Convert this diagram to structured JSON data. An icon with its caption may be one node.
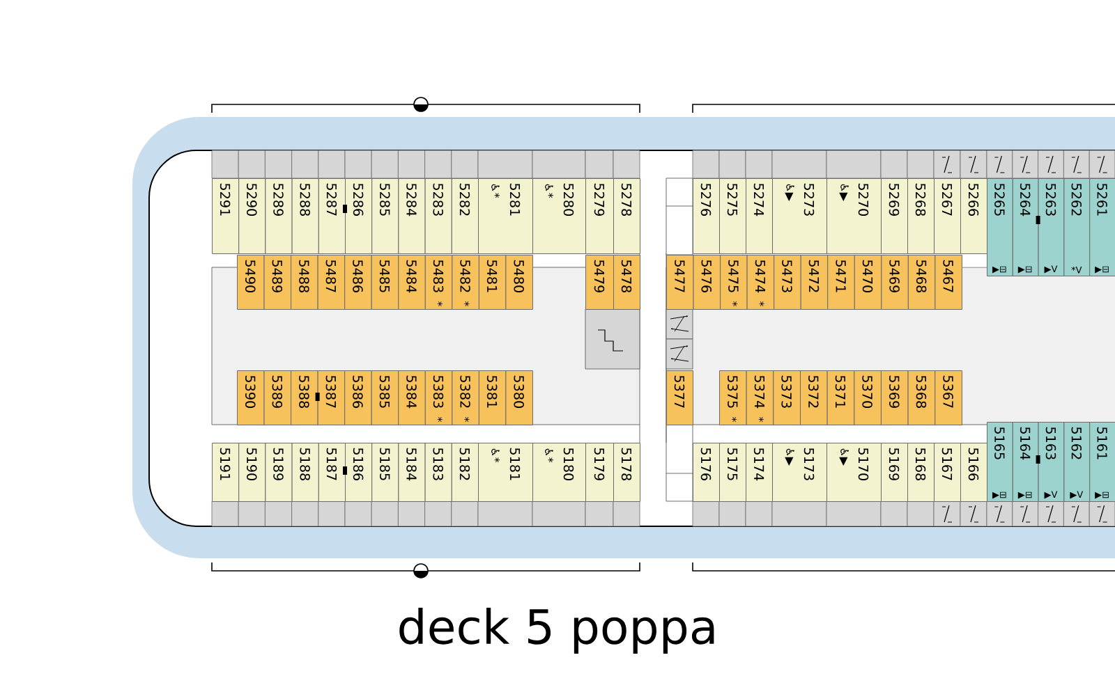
{
  "diagram": {
    "title": "deck 5 poppa",
    "nodes": [
      {
        "text": [
          "5291"
        ]
      },
      {
        "text": [
          "5290"
        ]
      },
      {
        "text": [
          "5289"
        ]
      },
      {
        "text": [
          "5288"
        ]
      },
      {
        "text": [
          "5287"
        ]
      },
      {
        "text": [
          "5286"
        ]
      },
      {
        "text": [
          "5285"
        ]
      },
      {
        "text": [
          "5284"
        ]
      },
      {
        "text": [
          "5283"
        ]
      },
      {
        "text": [
          "5282"
        ]
      },
      {
        "text": [
          "5281",
          "♿*"
        ]
      },
      {
        "text": [
          "5280",
          "♿*"
        ]
      },
      {
        "text": [
          "5279"
        ]
      },
      {
        "text": [
          "5278"
        ]
      },
      {
        "text": [
          "5276"
        ]
      },
      {
        "text": [
          "5275"
        ]
      },
      {
        "text": [
          "5274"
        ]
      },
      {
        "text": [
          "5273",
          "♿▶"
        ]
      },
      {
        "text": [
          "5270",
          "♿▶"
        ]
      },
      {
        "text": [
          "5269"
        ]
      },
      {
        "text": [
          "5268"
        ]
      },
      {
        "text": [
          "5267"
        ]
      },
      {
        "text": [
          "5266"
        ]
      },
      {
        "text": [
          "5265",
          "▶⊟"
        ]
      },
      {
        "text": [
          "5264",
          "▶⊟"
        ]
      },
      {
        "text": [
          "5263",
          "▶V"
        ]
      },
      {
        "text": [
          "5262",
          "*V"
        ]
      },
      {
        "text": [
          "5261",
          "▶⊟"
        ]
      },
      {
        "text": [
          "5490"
        ]
      },
      {
        "text": [
          "5489"
        ]
      },
      {
        "text": [
          "5488"
        ]
      },
      {
        "text": [
          "5487"
        ]
      },
      {
        "text": [
          "5486"
        ]
      },
      {
        "text": [
          "5485"
        ]
      },
      {
        "text": [
          "5484"
        ]
      },
      {
        "text": [
          "5483",
          "*"
        ]
      },
      {
        "text": [
          "5482",
          "*"
        ]
      },
      {
        "text": [
          "5481"
        ]
      },
      {
        "text": [
          "5480"
        ]
      },
      {
        "text": [
          "5479"
        ]
      },
      {
        "text": [
          "5478"
        ]
      },
      {
        "text": [
          "5477"
        ]
      },
      {
        "text": [
          "5476"
        ]
      },
      {
        "text": [
          "5475",
          "*"
        ]
      },
      {
        "text": [
          "5474",
          "*"
        ]
      },
      {
        "text": [
          "5473"
        ]
      },
      {
        "text": [
          "5472"
        ]
      },
      {
        "text": [
          "5471"
        ]
      },
      {
        "text": [
          "5470"
        ]
      },
      {
        "text": [
          "5469"
        ]
      },
      {
        "text": [
          "5468"
        ]
      },
      {
        "text": [
          "5467"
        ]
      },
      {
        "text": [
          "5390"
        ]
      },
      {
        "text": [
          "5389"
        ]
      },
      {
        "text": [
          "5388"
        ]
      },
      {
        "text": [
          "5387"
        ]
      },
      {
        "text": [
          "5386"
        ]
      },
      {
        "text": [
          "5385"
        ]
      },
      {
        "text": [
          "5384"
        ]
      },
      {
        "text": [
          "5383",
          "*"
        ]
      },
      {
        "text": [
          "5382",
          "*"
        ]
      },
      {
        "text": [
          "5381"
        ]
      },
      {
        "text": [
          "5380"
        ]
      },
      {
        "text": [
          "5377"
        ]
      },
      {
        "text": [
          "5375",
          "*"
        ]
      },
      {
        "text": [
          "5374",
          "*"
        ]
      },
      {
        "text": [
          "5373"
        ]
      },
      {
        "text": [
          "5372"
        ]
      },
      {
        "text": [
          "5371"
        ]
      },
      {
        "text": [
          "5370"
        ]
      },
      {
        "text": [
          "5369"
        ]
      },
      {
        "text": [
          "5368"
        ]
      },
      {
        "text": [
          "5367"
        ]
      },
      {
        "text": [
          "5191"
        ]
      },
      {
        "text": [
          "5190"
        ]
      },
      {
        "text": [
          "5189"
        ]
      },
      {
        "text": [
          "5188"
        ]
      },
      {
        "text": [
          "5187"
        ]
      },
      {
        "text": [
          "5186"
        ]
      },
      {
        "text": [
          "5185"
        ]
      },
      {
        "text": [
          "5184"
        ]
      },
      {
        "text": [
          "5183"
        ]
      },
      {
        "text": [
          "5182"
        ]
      },
      {
        "text": [
          "5181",
          "♿*"
        ]
      },
      {
        "text": [
          "5180",
          "♿*"
        ]
      },
      {
        "text": [
          "5179"
        ]
      },
      {
        "text": [
          "5178"
        ]
      },
      {
        "text": [
          "5176"
        ]
      },
      {
        "text": [
          "5175"
        ]
      },
      {
        "text": [
          "5174"
        ]
      },
      {
        "text": [
          "5173",
          "♿▶"
        ]
      },
      {
        "text": [
          "5170",
          "♿▶"
        ]
      },
      {
        "text": [
          "5169"
        ]
      },
      {
        "text": [
          "5168"
        ]
      },
      {
        "text": [
          "5167"
        ]
      },
      {
        "text": [
          "5166"
        ]
      },
      {
        "text": [
          "5165",
          "▶⊟"
        ]
      },
      {
        "text": [
          "5164",
          "▶⊟"
        ]
      },
      {
        "text": [
          "5163",
          "▶V"
        ]
      },
      {
        "text": [
          "5162",
          "▶V"
        ]
      },
      {
        "text": [
          "5161",
          "▶⊟"
        ]
      }
    ]
  }
}
